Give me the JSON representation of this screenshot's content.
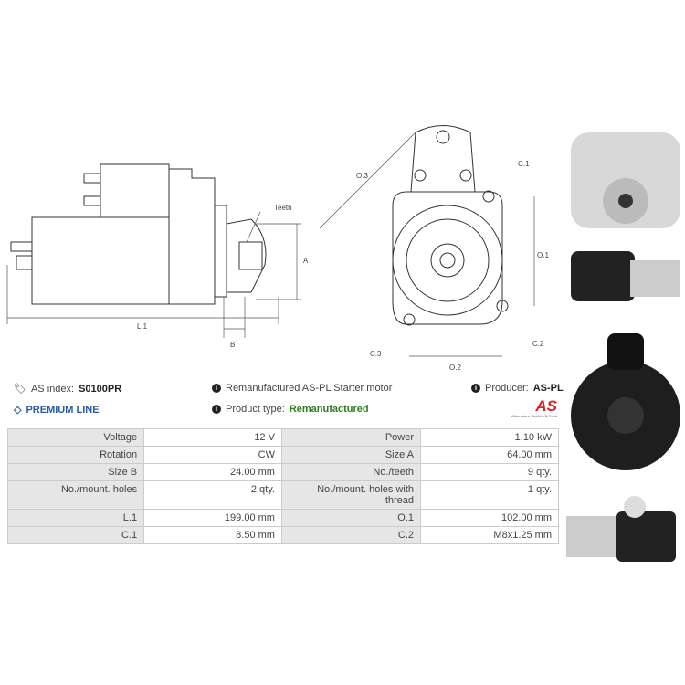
{
  "diagram": {
    "teeth": "Teeth",
    "a": "A",
    "b": "B",
    "l1": "L.1",
    "o1": "O.1",
    "o2": "O.2",
    "o3": "O.3",
    "c1": "C.1",
    "c2": "C.2",
    "c3": "C.3"
  },
  "info": {
    "index_label": "AS index:",
    "index_value": "S0100PR",
    "premium": "PREMIUM LINE",
    "description": "Remanufactured AS-PL Starter motor",
    "type_label": "Product type:",
    "type_value": "Remanufactured",
    "producer_label": "Producer:",
    "producer_value": "AS-PL",
    "logo_text": "AS",
    "logo_tagline": "Alternators, Starters & Parts"
  },
  "specs": [
    [
      "Voltage",
      "12 V",
      "Power",
      "1.10 kW"
    ],
    [
      "Rotation",
      "CW",
      "Size A",
      "64.00 mm"
    ],
    [
      "Size B",
      "24.00 mm",
      "No./teeth",
      "9 qty."
    ],
    [
      "No./mount. holes",
      "2 qty.",
      "No./mount. holes with thread",
      "1 qty."
    ],
    [
      "L.1",
      "199.00 mm",
      "O.1",
      "102.00 mm"
    ],
    [
      "C.1",
      "8.50 mm",
      "C.2",
      "M8x1.25 mm"
    ]
  ],
  "colors": {
    "premium": "#2a5aa0",
    "green": "#2e7d1e",
    "logo": "#e02020"
  }
}
